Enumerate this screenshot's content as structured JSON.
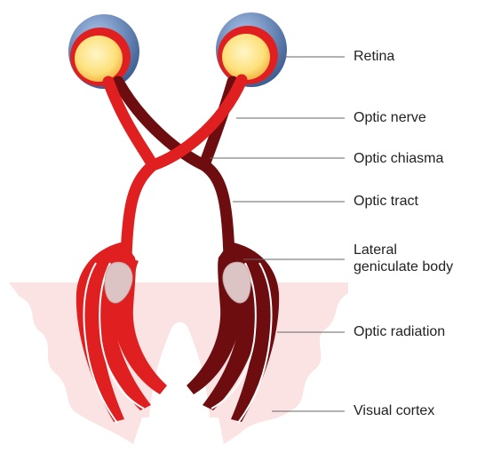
{
  "colors": {
    "right_pathway": "#e02020",
    "left_pathway": "#6e0d10",
    "cortex": "#fbe3e3",
    "leader_line": "#666666",
    "eye_sclera": "#5b7fb3",
    "eye_lens": "#fde07a",
    "nucleus": "#dcc4c4"
  },
  "labels": {
    "retina": "Retina",
    "optic_nerve": "Optic nerve",
    "optic_chiasma": "Optic chiasma",
    "optic_tract": "Optic tract",
    "lateral_geniculate_body": "Lateral\ngeniculate body",
    "optic_radiation": "Optic radiation",
    "visual_cortex": "Visual cortex"
  }
}
